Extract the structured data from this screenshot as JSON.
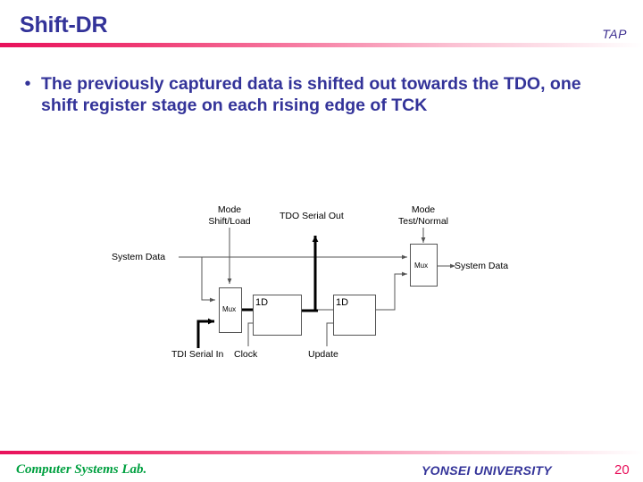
{
  "header": {
    "title": "Shift-DR",
    "tag": "TAP",
    "title_color": "#333399",
    "rule_color": "#e8115b"
  },
  "body": {
    "bullet_marker": "•",
    "bullet_text": "The previously captured data is shifted out towards the TDO, one shift register stage on each rising edge of TCK",
    "text_color": "#333399"
  },
  "diagram": {
    "labels": {
      "mode_shift_load_line1": "Mode",
      "mode_shift_load_line2": "Shift/Load",
      "tdo_serial_out": "TDO Serial Out",
      "mode_test_normal_line1": "Mode",
      "mode_test_normal_line2": "Test/Normal",
      "system_data_in": "System Data",
      "system_data_out": "System Data",
      "tdi_serial_in": "TDI Serial In",
      "clock": "Clock",
      "update": "Update"
    },
    "blocks": {
      "mux_shift": "Mux",
      "mux_test": "Mux",
      "ff_capture": "1D",
      "ff_update": "1D"
    },
    "line_color": "#808080",
    "bold_line_color": "#000000"
  },
  "footer": {
    "lab": "Computer Systems Lab.",
    "university": "YONSEI UNIVERSITY",
    "page": "20",
    "lab_color": "#00a040",
    "university_color": "#333399",
    "page_color": "#e8115b"
  }
}
